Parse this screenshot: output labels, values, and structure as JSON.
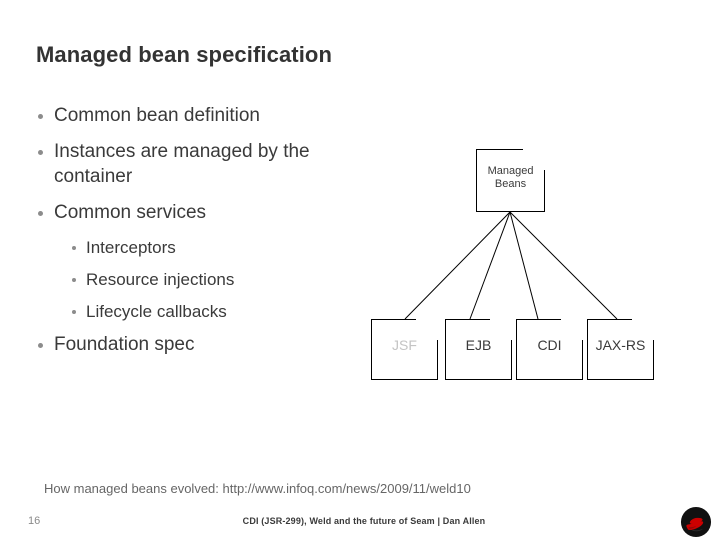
{
  "slide": {
    "title": "Managed bean specification",
    "bullets": [
      {
        "level": 1,
        "text": "Common bean definition"
      },
      {
        "level": 1,
        "text": "Instances are managed by the container"
      },
      {
        "level": 1,
        "text": "Common services"
      },
      {
        "level": 2,
        "text": "Interceptors"
      },
      {
        "level": 2,
        "text": "Resource injections"
      },
      {
        "level": 2,
        "text": "Lifecycle callbacks"
      },
      {
        "level": 1,
        "text": "Foundation spec"
      }
    ],
    "footnote": "How managed beans evolved: http://www.infoq.com/news/2009/11/weld10",
    "footer": {
      "slide_number": "16",
      "center_text": "CDI (JSR-299), Weld and the future of Seam | Dan Allen",
      "logo_name": "red-hat-shadowman-logo"
    }
  },
  "diagram": {
    "root": {
      "label_line1": "Managed",
      "label_line2": "Beans"
    },
    "leaves": [
      {
        "label": "JSF",
        "muted": true
      },
      {
        "label": "EJB",
        "muted": false
      },
      {
        "label": "CDI",
        "muted": false
      },
      {
        "label": "JAX-RS",
        "muted": false
      }
    ]
  },
  "colors": {
    "title": "#333333",
    "body_text": "#3a3a3a",
    "bullet_dot": "#8c8c8c",
    "muted_text": "#c4c4c4",
    "footnote": "#666666",
    "node_border": "#000000",
    "logo_red": "#cc0000",
    "background": "#ffffff"
  }
}
